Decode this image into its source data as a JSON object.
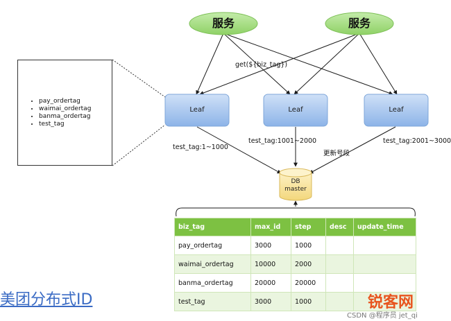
{
  "services": [
    {
      "label": "服务"
    },
    {
      "label": "服务"
    }
  ],
  "call_label": "get(${biz_tag})",
  "leaves": [
    {
      "label": "Leaf",
      "range": "test_tag:1~1000"
    },
    {
      "label": "Leaf",
      "range": "test_tag:1001~2000"
    },
    {
      "label": "Leaf",
      "range": "test_tag:2001~3000"
    }
  ],
  "update_label": "更新号段",
  "db": {
    "line1": "DB",
    "line2": "master"
  },
  "tag_list": [
    "pay_ordertag",
    "waimai_ordertag",
    "banma_ordertag",
    "test_tag"
  ],
  "table": {
    "headers": [
      "biz_tag",
      "max_id",
      "step",
      "desc",
      "update_time"
    ],
    "rows": [
      [
        "pay_ordertag",
        "3000",
        "1000",
        "",
        ""
      ],
      [
        "waimai_ordertag",
        "10000",
        "2000",
        "",
        ""
      ],
      [
        "banma_ordertag",
        "20000",
        "20000",
        "",
        ""
      ],
      [
        "test_tag",
        "3000",
        "1000",
        "",
        ""
      ]
    ]
  },
  "footer": {
    "title": "美团分布式ID",
    "logo": "锐客网",
    "watermark": "CSDN @程序员 jet_qi"
  },
  "colors": {
    "service_fill": "#a5db7e",
    "leaf_fill": "#a9c7ee",
    "db_fill": "#f9e7a2",
    "table_header": "#7dc142",
    "title": "#3a6bc4",
    "logo": "#e8541e"
  }
}
